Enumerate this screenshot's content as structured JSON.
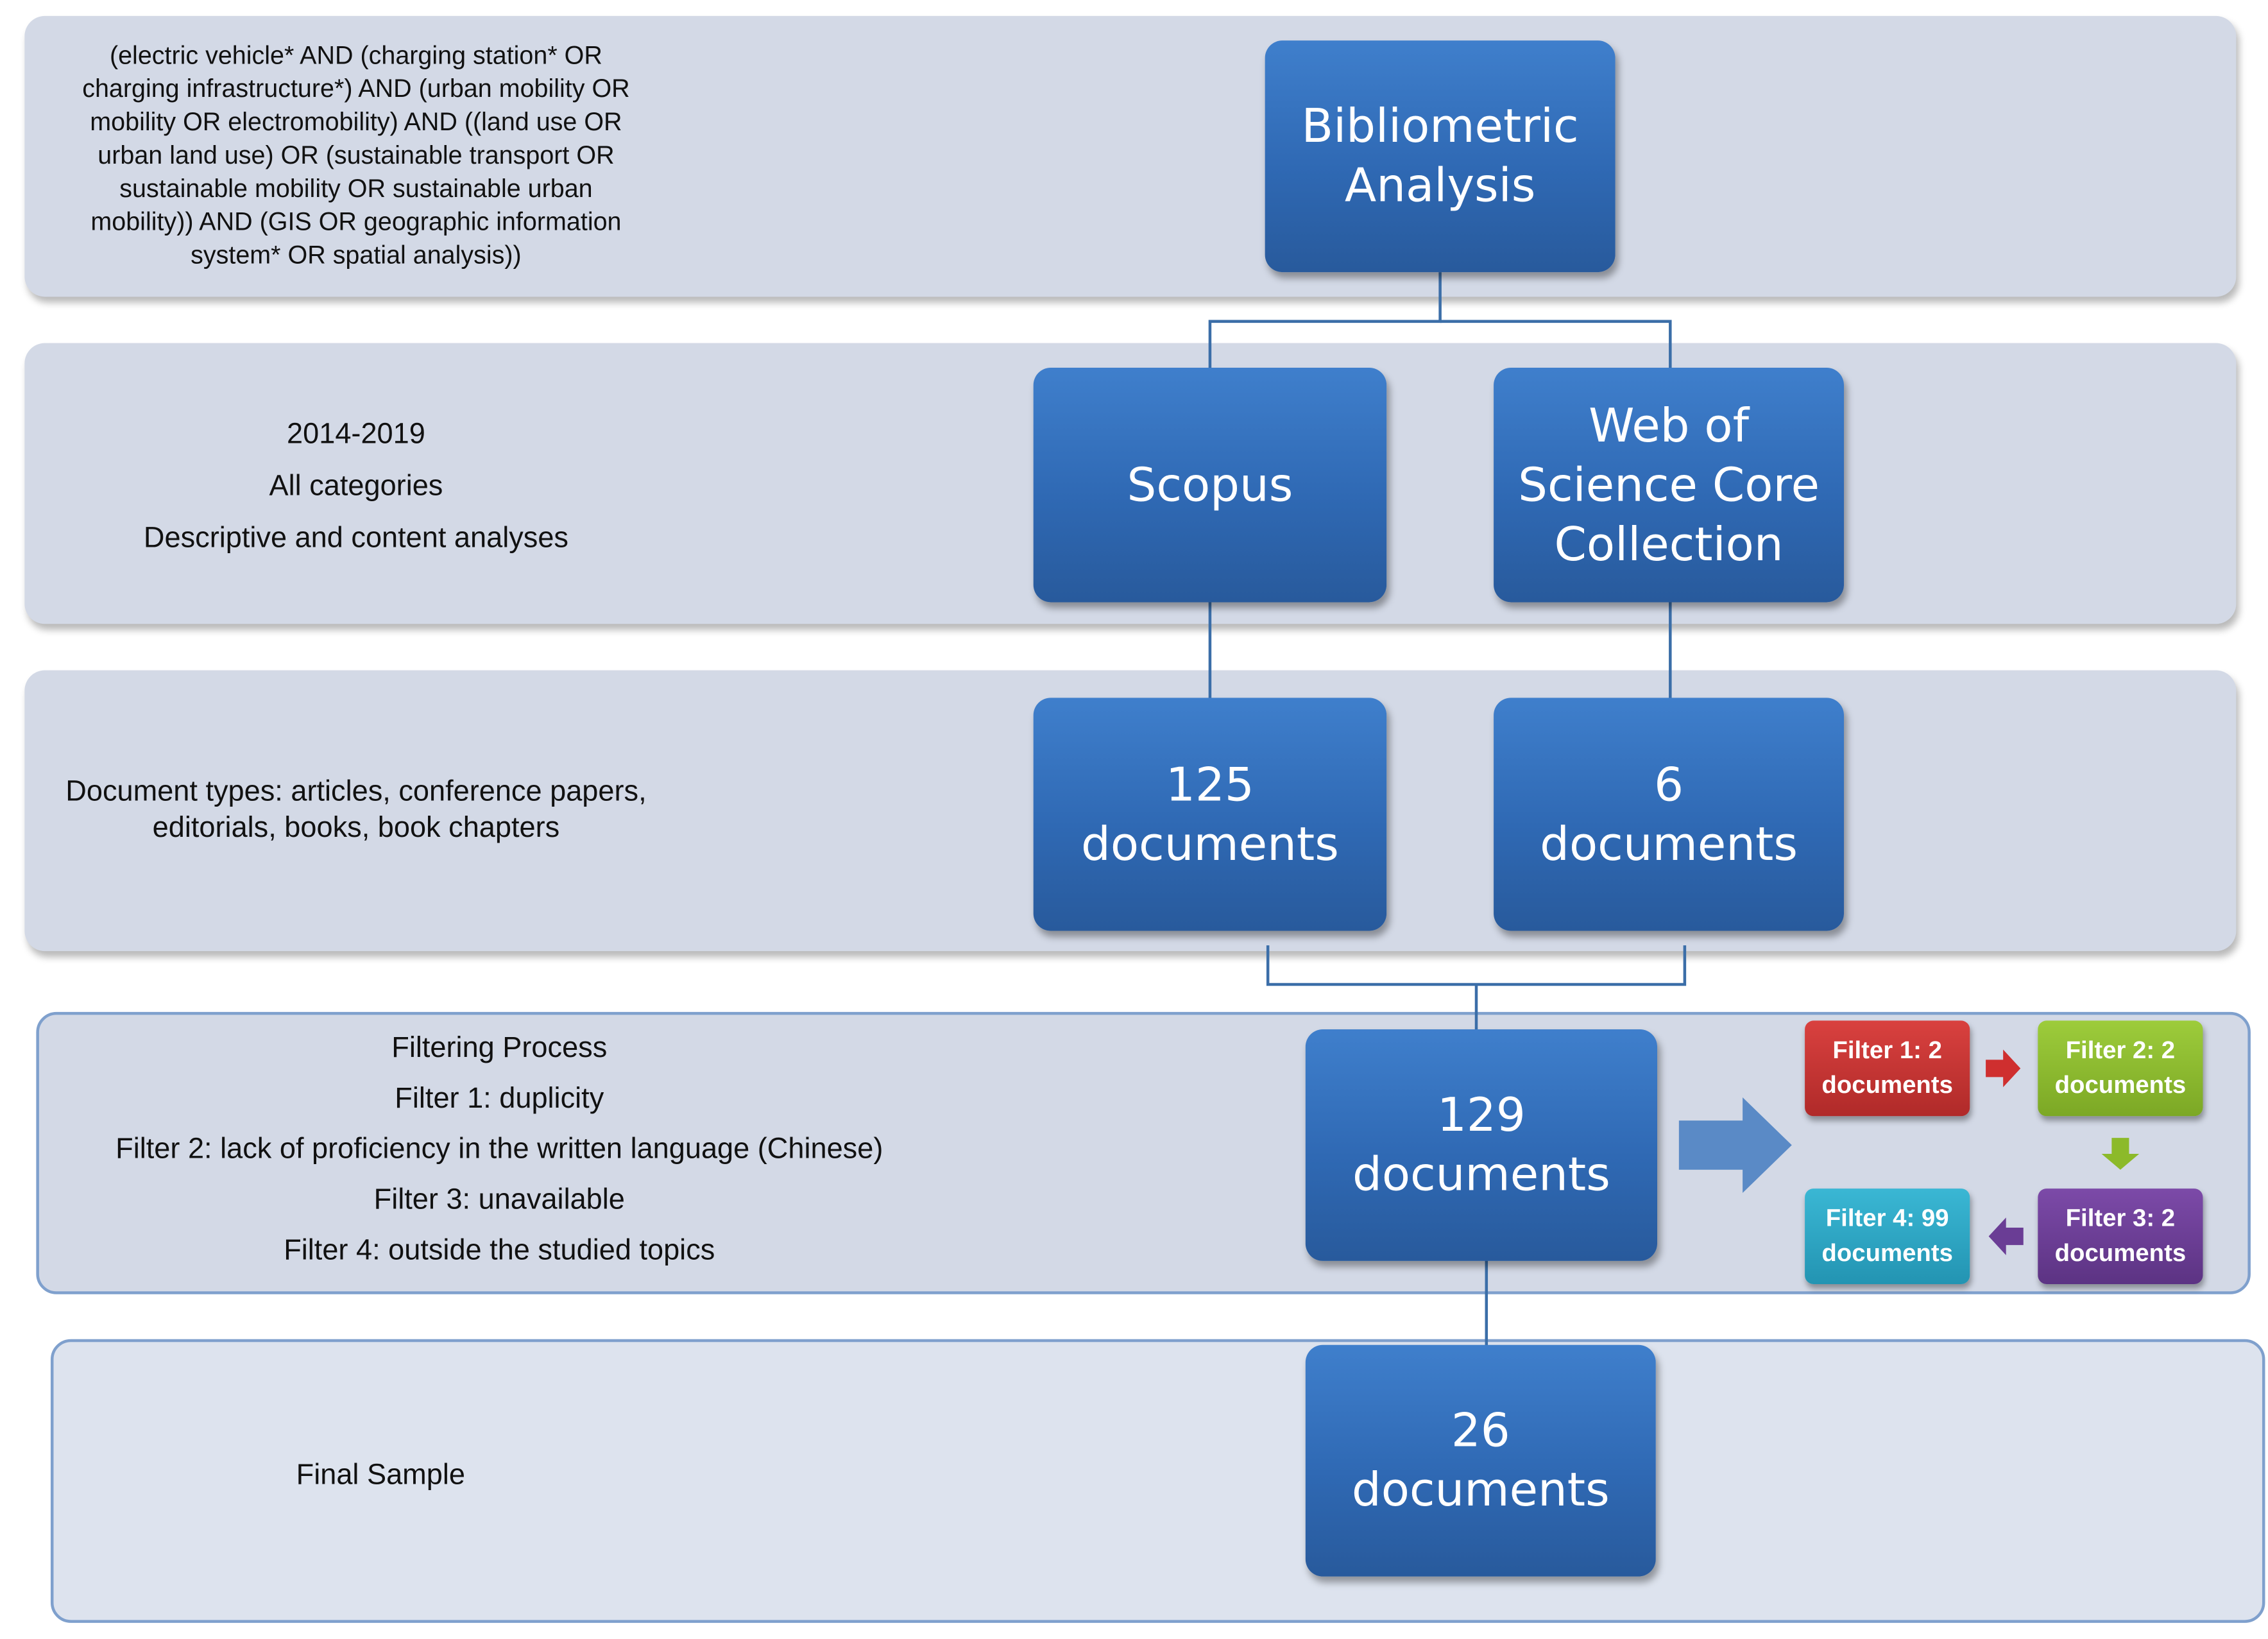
{
  "search_query": {
    "lines": [
      "(electric vehicle* AND (charging station* OR",
      "charging infrastructure*) AND (urban mobility OR",
      "mobility OR electromobility) AND ((land use OR",
      "urban land use) OR (sustainable transport OR",
      "sustainable mobility OR sustainable urban",
      "mobility)) AND (GIS OR geographic information",
      "system* OR spatial analysis))"
    ]
  },
  "criteria": {
    "period": "2014-2019",
    "categories": "All categories",
    "analyses": "Descriptive and content analyses"
  },
  "document_types": {
    "line1": "Document types: articles, conference papers,",
    "line2": "editorials, books, book chapters"
  },
  "filtering_notes": {
    "title": "Filtering Process",
    "filter1": "Filter 1: duplicity",
    "filter2": "Filter 2: lack of  proficiency in the written language (Chinese)",
    "filter3": "Filter 3: unavailable",
    "filter4": "Filter 4: outside the studied topics"
  },
  "final_note": "Final Sample",
  "nodes": {
    "bibliometric": [
      "Bibliometric",
      "Analysis"
    ],
    "scopus": "Scopus",
    "wos": [
      "Web of",
      "Science Core",
      "Collection"
    ],
    "scopus_docs": [
      "125",
      "documents"
    ],
    "wos_docs": [
      "6",
      "documents"
    ],
    "merged_docs": [
      "129",
      "documents"
    ],
    "final_docs": [
      "26",
      "documents"
    ]
  },
  "filters": {
    "f1": [
      "Filter 1: 2",
      "documents"
    ],
    "f2": [
      "Filter 2: 2",
      "documents"
    ],
    "f3": [
      "Filter 3: 2",
      "documents"
    ],
    "f4": [
      "Filter 4: 99",
      "documents"
    ]
  },
  "colors": {
    "band": "#d3d9e6",
    "band_border": "#7fa0cd",
    "node_blue": "#2f69b4",
    "connector": "#3b6ea8",
    "filter1": "#c0302f",
    "filter2": "#8cba2a",
    "filter3": "#6a3d95",
    "filter4": "#2aa4c3"
  }
}
